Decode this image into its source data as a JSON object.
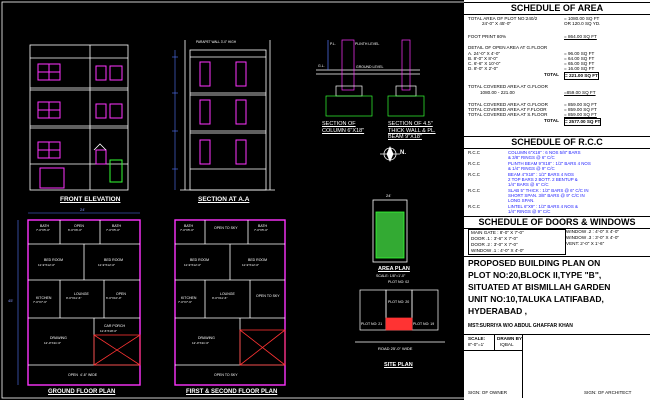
{
  "labels": {
    "front_elevation": "FRONT ELEVATION",
    "section_aa": "SECTION AT A.A",
    "ground_plan": "GROUND FLOOR PLAN",
    "first_second_plan": "FIRST & SECOND FLOOR PLAN",
    "area_plan": "AREA PLAN",
    "area_plan_scale": "SCALE: 1/8\"=1'-0\"",
    "site_plan": "SITE PLAN",
    "section_column": "SECTION OF COLUMN 6\"X18\"",
    "section_wall": "SECTION OF 4.5\" THICK WALL & PL. BEAM 9\"X18\"",
    "north": "N.",
    "road": "ROAD 25'-0\" WIDE",
    "plot_no": "PLOT NO: 20",
    "plot_no_left": "PLOT NO: 21",
    "plot_no_right": "PLOT NO: 19",
    "plot_no_top": "PLOT NO: 02",
    "dim_top": "24'",
    "dim_side": "45'",
    "parapet": "PARAPET WALL 3'-0\" HIGH",
    "plinth_level": "PLINTH LEVEL",
    "ground_level": "GROUND LEVEL",
    "gl": "G.L.",
    "pl": "P.L."
  },
  "rooms_ground": [
    {
      "name": "BATH",
      "size": "7'-0\"X5'-0\""
    },
    {
      "name": "OPEN",
      "size": "6'-0\"X6'-0\""
    },
    {
      "name": "BATH",
      "size": "7'-0\"X5'-0\""
    },
    {
      "name": "BED ROOM",
      "size": "11'-9\"X12'-0\""
    },
    {
      "name": "BED ROOM",
      "size": "11'-9\"X12'-0\""
    },
    {
      "name": "KITCHEN",
      "size": "7'-0\"X7'-6\""
    },
    {
      "name": "LOUNGE",
      "size": "9'-0\"X11'-6\""
    },
    {
      "name": "OPEN",
      "size": "6'-0\"X10'-0\""
    },
    {
      "name": "DRAWING",
      "size": "12'-0\"X11'-6\""
    },
    {
      "name": "CAR PORCH",
      "size": "11'-6\"X18'-0\""
    },
    {
      "name": "OPEN",
      "size": "4'-6\" WIDE"
    }
  ],
  "rooms_upper": [
    {
      "name": "BATH",
      "size": "7'-0\"X5'-0\""
    },
    {
      "name": "OPEN TO SKY",
      "size": ""
    },
    {
      "name": "BATH",
      "size": "7'-0\"X5'-0\""
    },
    {
      "name": "BED ROOM",
      "size": "11'-9\"X12'-0\""
    },
    {
      "name": "BED ROOM",
      "size": "11'-9\"X12'-0\""
    },
    {
      "name": "KITCHEN",
      "size": "7'-0\"X7'-6\""
    },
    {
      "name": "LOUNGE",
      "size": "9'-0\"X11'-6\""
    },
    {
      "name": "OPEN TO SKY",
      "size": ""
    },
    {
      "name": "DRAWING",
      "size": "12'-0\"X11'-6\""
    },
    {
      "name": "OPEN TO SKY",
      "size": ""
    }
  ],
  "panel": {
    "area_header": "SCHEDULE OF AREA",
    "area_rows": [
      {
        "k": "TOTAL AREA OF PLOT NO:240/2",
        "v": "= 1080.00 SQ FT"
      },
      {
        "k": "24'-0\"  X  45'-0\"",
        "v": "OR  120.0 SQ YD."
      },
      {
        "k": "FOOT PRINT 80%",
        "v": "= 864.00 SQ FT"
      },
      {
        "k": "DETAIL OF OPEN AREA AT G.FLOOR",
        "v": ""
      },
      {
        "k": "A. 24'-0\" X 4'-0\"",
        "v": "= 96.00  SQ FT"
      },
      {
        "k": "B. 8'-0\" X 8'-0\"",
        "v": "= 64.00  SQ FT"
      },
      {
        "k": "C. 6'-6\" X 10'-0\"",
        "v": "= 65.00  SQ FT"
      },
      {
        "k": "D. 8'-0\" X 2'-0\"",
        "v": "= 16.00  SQ FT"
      },
      {
        "k": "TOTAL",
        "v": "= 221.00 SQ FT"
      },
      {
        "k": "TOTAL COVERED AREA AT G.FLOOR",
        "v": ""
      },
      {
        "k": "1080.00 - 221.00",
        "v": "=859.00 SQ FT"
      },
      {
        "k": "TOTAL COVERED AREA AT G.FLOOR",
        "v": "= 859.00  SQ FT"
      },
      {
        "k": "TOTAL COVERED AREA AT F.FLOOR",
        "v": "= 859.00  SQ FT"
      },
      {
        "k": "TOTAL COVERED AREA AT S.FLOOR",
        "v": "= 859.00  SQ FT"
      },
      {
        "k": "TOTAL",
        "v": "= 2577.00 SQ FT"
      }
    ],
    "rcc_header": "SCHEDULE OF R.C.C",
    "rcc_rows": [
      {
        "k": "R.C.C",
        "v": "COLUMN 6\"X18\" : 6 NOS 5/8\" BARS"
      },
      {
        "k": "",
        "v": "& 3/8\" RINGS @ 6\" C/C"
      },
      {
        "k": "R.C.C",
        "v": "PLINTH BEAM 9\"X18\" : 1/2\" BARS 4 NOS"
      },
      {
        "k": "",
        "v": "& 1/4\" RINGS @ 9\" C/C"
      },
      {
        "k": "R.C.C",
        "v": "BEAM 4\"X18\" : 1/2\" BARS 4 NOS"
      },
      {
        "k": "",
        "v": "2 TOP BARS 2 BOTT. 2 BENTUP &"
      },
      {
        "k": "",
        "v": "1/4\" BARS @ 6\" C/C"
      },
      {
        "k": "R.C.C",
        "v": "SLAB 5\" THICK : 1/2\" BARS @ 6\" C/C IN"
      },
      {
        "k": "",
        "v": "SHORT SPAN. 3/8\" BARS @ 9\" C/C IN"
      },
      {
        "k": "",
        "v": "LONG SPAN."
      },
      {
        "k": "R.C.C",
        "v": "LINTEL 6\"X9\" : 1/2\" BARS 4 NOS &"
      },
      {
        "k": "",
        "v": "1/4\" RINGS @ 9\" C/C"
      }
    ],
    "doors_header": "SCHEDULE OF DOORS & WINDOWS",
    "doors_left": [
      "MAIN GATE  : 8'-0\" X 7'-0\"",
      "DOOR .1      : 3'-6\" X 7'-0\"",
      "DOOR .2      : 3'-0\" X 7'-0\"",
      "WINDOW .1  : 4'-0\" X 4'-0\""
    ],
    "doors_right": [
      "WINDOW .2   : 4'-0\" X 4'-0\"",
      "WINDOW .3   : 3'-0\" X 4'-0\"",
      "VENT:           2'-0\" X 1'-6\""
    ],
    "title_lines": [
      "PROPOSED BUILDING PLAN ON",
      "PLOT NO:20,BLOCK II,TYPE \"B\",",
      "SITUATED AT BISMILLAH GARDEN",
      "UNIT NO:10,TALUKA LATIFABAD,",
      "HYDERABAD ,"
    ],
    "owner": "MST:SURRIYA W/O ABDUL GHAFFAR KHAN",
    "scale_label": "SCALE:",
    "scale_value": "8\"-0\"=1'",
    "drawn_label": "DRAWN BY:",
    "drawn_value": "IQBAL",
    "sign_owner": "SIGN: OF OWNER",
    "sign_architect": "SIGN: OF ARCHITECT"
  }
}
